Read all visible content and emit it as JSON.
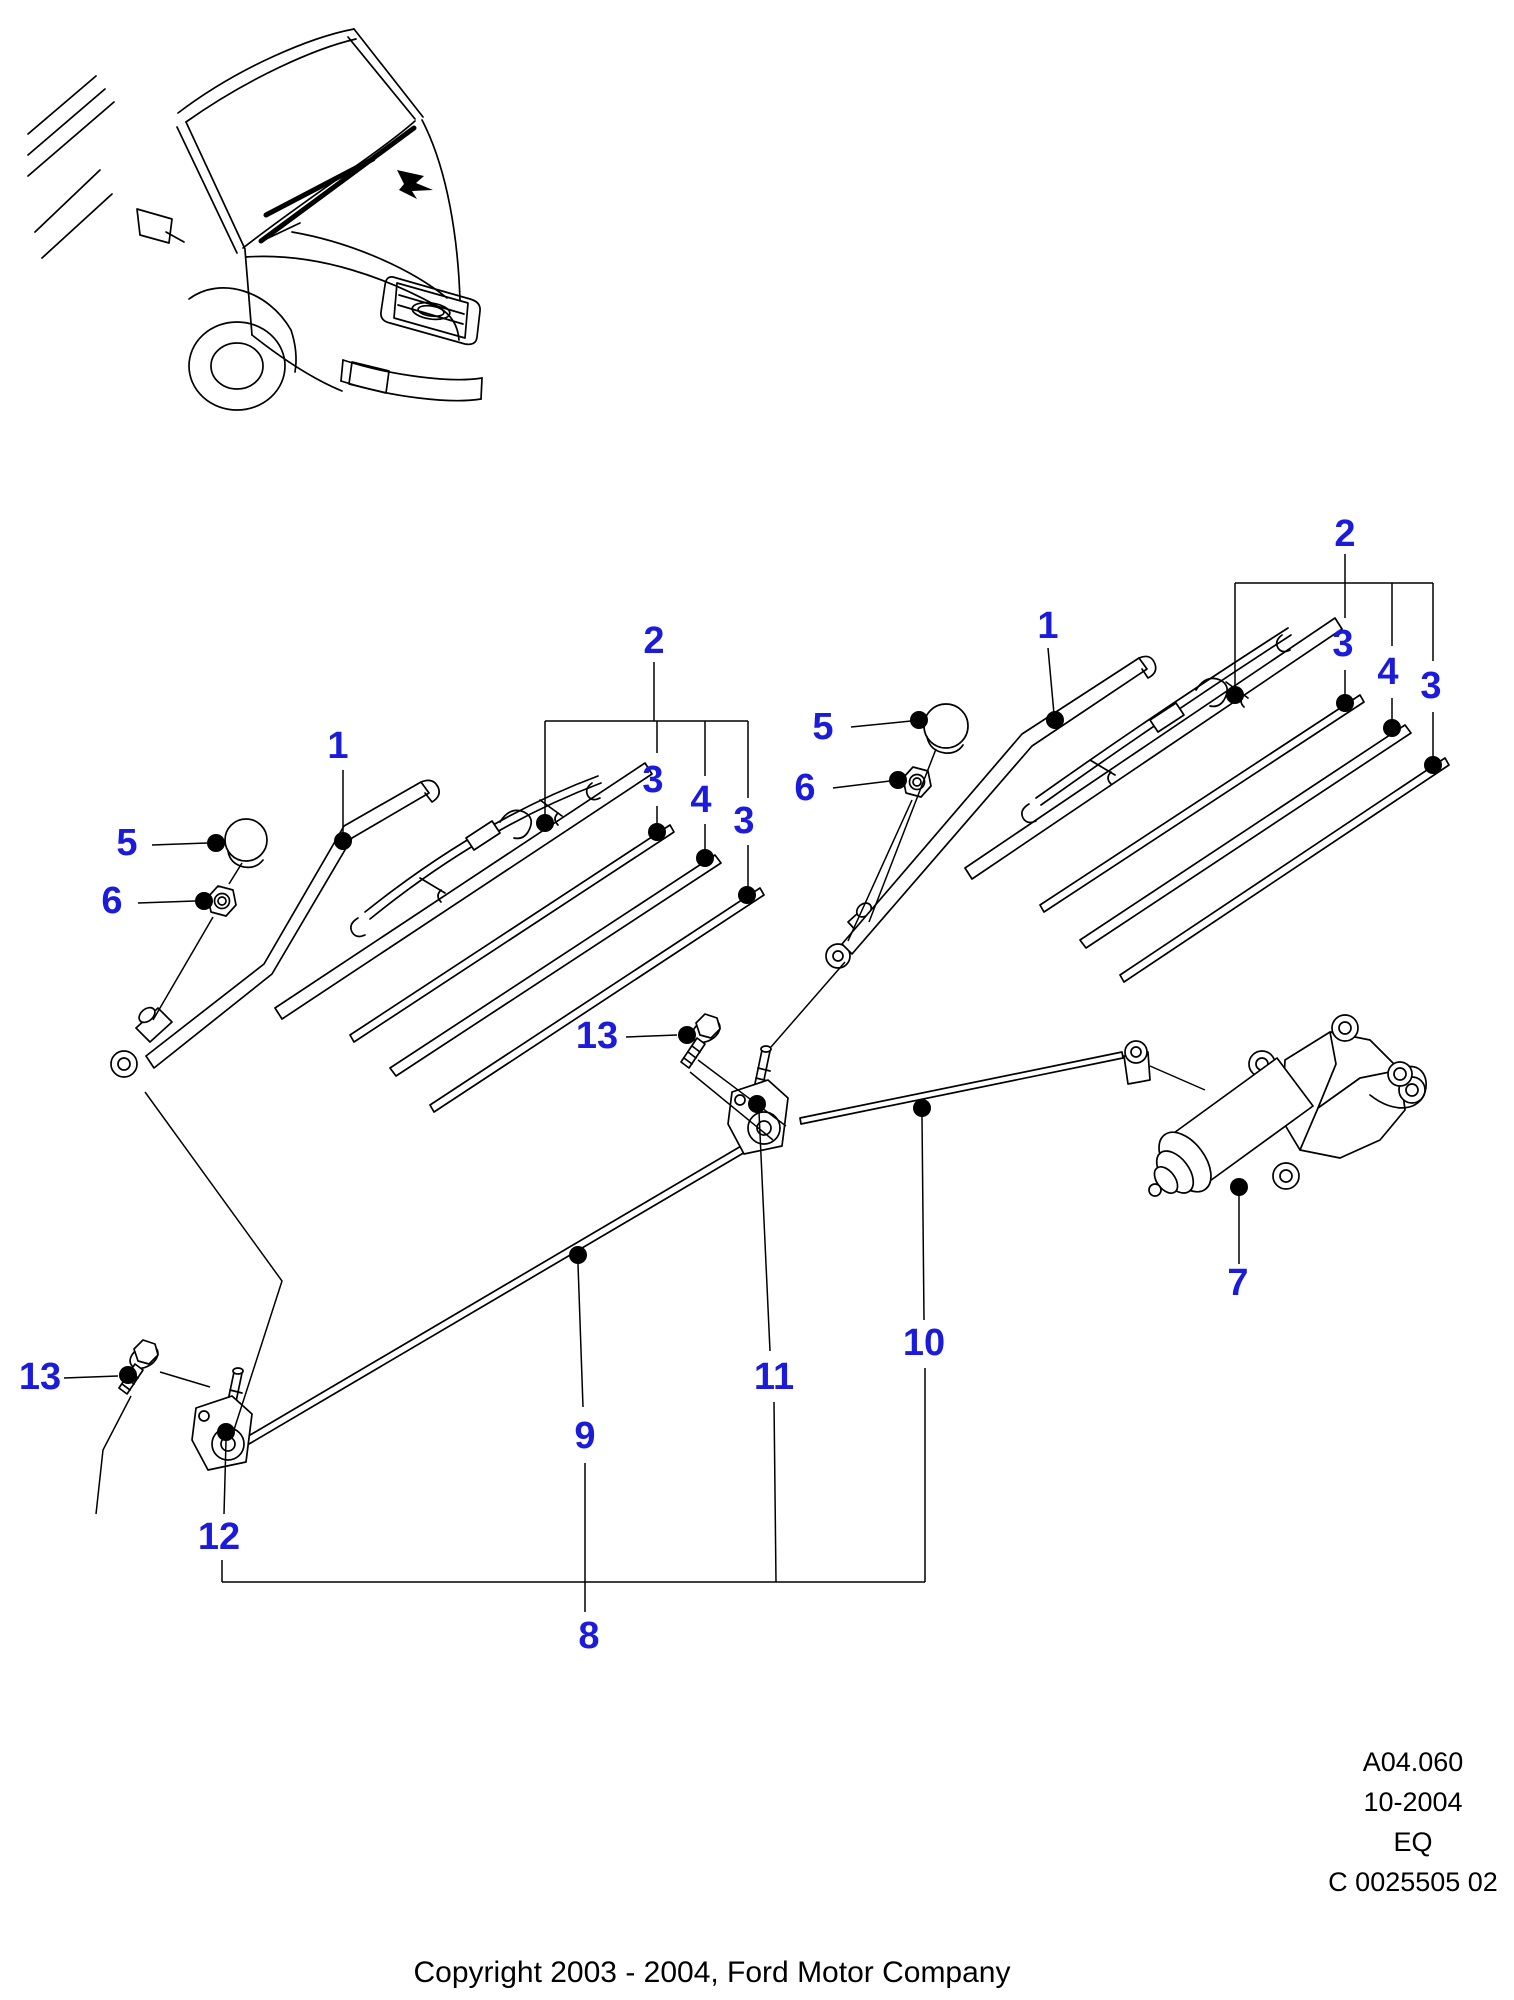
{
  "colors": {
    "callout": "#1b1bdc",
    "line": "#000000",
    "background": "#ffffff"
  },
  "callouts": [
    {
      "id": "left-wiper-arm",
      "label": "1"
    },
    {
      "id": "left-pivot-cap",
      "label": "5"
    },
    {
      "id": "left-pivot-nut",
      "label": "6"
    },
    {
      "id": "left-blade-assembly",
      "label": "2"
    },
    {
      "id": "left-refill-front",
      "label": "3"
    },
    {
      "id": "left-backing-strip",
      "label": "4"
    },
    {
      "id": "left-refill-rear",
      "label": "3"
    },
    {
      "id": "right-pivot-cap",
      "label": "5"
    },
    {
      "id": "right-pivot-nut",
      "label": "6"
    },
    {
      "id": "right-wiper-arm",
      "label": "1"
    },
    {
      "id": "right-blade-assembly",
      "label": "2"
    },
    {
      "id": "right-refill-front",
      "label": "3"
    },
    {
      "id": "right-backing-strip",
      "label": "4"
    },
    {
      "id": "right-refill-rear",
      "label": "3"
    },
    {
      "id": "wiper-motor",
      "label": "7"
    },
    {
      "id": "linkage-assembly",
      "label": "8"
    },
    {
      "id": "long-link-rod",
      "label": "9"
    },
    {
      "id": "short-link-rod",
      "label": "10"
    },
    {
      "id": "crank-pivot",
      "label": "11"
    },
    {
      "id": "left-pivot-shaft",
      "label": "12"
    },
    {
      "id": "mounting-bolt-left",
      "label": "13"
    },
    {
      "id": "mounting-bolt-center",
      "label": "13"
    }
  ],
  "plate": {
    "lines": [
      "A04.060",
      "10-2004",
      "EQ",
      "C 0025505 02"
    ]
  },
  "footer": {
    "copyright": "Copyright 2003 - 2004, Ford Motor Company"
  }
}
